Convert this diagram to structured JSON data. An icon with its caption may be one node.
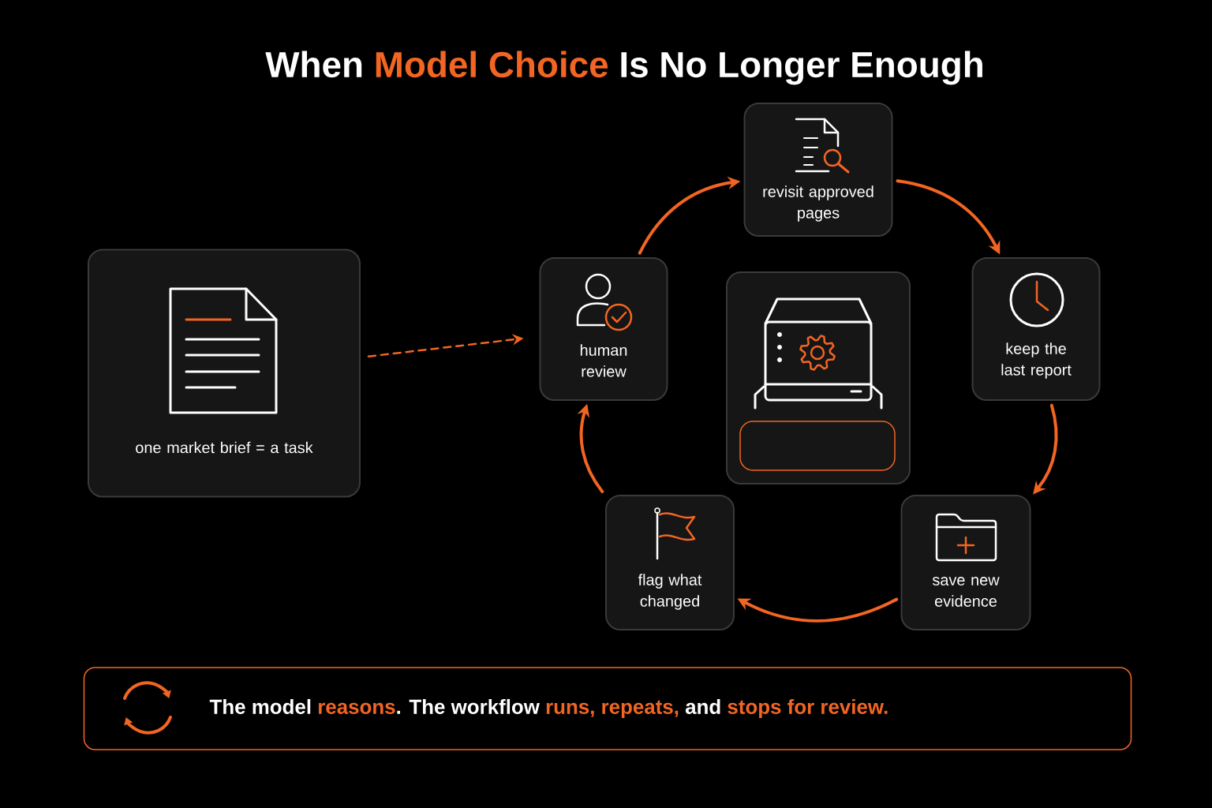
{
  "diagram": {
    "title": "When **Model Choice** Is No Longer Enough",
    "nodes": [
      {
        "text": [
          "one market brief = a task"
        ]
      },
      {
        "text": [
          "human review"
        ]
      },
      {
        "text": [
          "revisit approved pages"
        ]
      },
      {
        "text": [
          "keep the last report"
        ]
      },
      {
        "text": [
          "save new evidence"
        ]
      },
      {
        "text": [
          "flag what changed"
        ]
      },
      {
        "text": [],
        "shape": "box"
      },
      {
        "text": [],
        "shape": "box",
        "in": 6
      },
      {
        "text": [
          "The model **reasons**.  The workflow **runs, repeats,** and **stops for review.**"
        ]
      }
    ],
    "edges": [
      {
        "from": 0,
        "to": 1,
        "arrow": "to",
        "style": "dashed"
      },
      {
        "from": 1,
        "to": 2,
        "arrow": "to"
      },
      {
        "from": 2,
        "to": 3,
        "arrow": "to"
      },
      {
        "from": 3,
        "to": 4,
        "arrow": "to"
      },
      {
        "from": 4,
        "to": 5,
        "arrow": "to"
      },
      {
        "from": 5,
        "to": 1,
        "arrow": "to"
      }
    ]
  }
}
